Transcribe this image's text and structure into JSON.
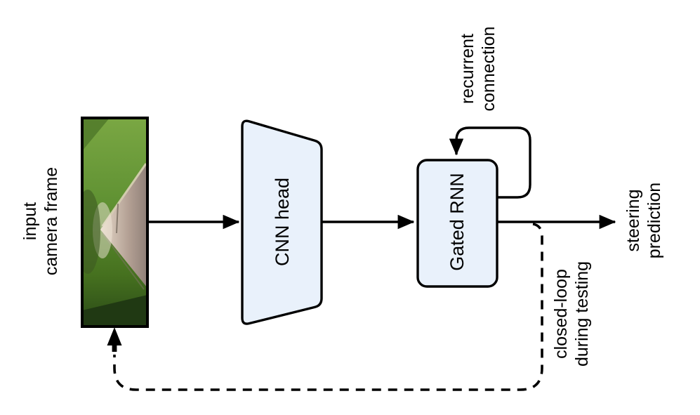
{
  "nodes": {
    "input": {
      "line1": "input",
      "line2": "camera frame"
    },
    "cnn": {
      "label": "CNN head"
    },
    "rnn": {
      "label": "Gated RNN"
    }
  },
  "annotations": {
    "recurrent": {
      "line1": "recurrent",
      "line2": "connection"
    },
    "output": {
      "line1": "steering",
      "line2": "prediction"
    },
    "feedback": {
      "line1": "closed-loop",
      "line2": "during testing"
    }
  },
  "colors": {
    "background": "#ffffff",
    "node_fill": "#e9f1fb",
    "stroke": "#000000",
    "grass_light": "#7aa743",
    "grass_mid": "#5d8f31",
    "grass_dark": "#2a4a17",
    "grass_band_dark": "#203913",
    "road_far": "#e8dbcb",
    "road_mid": "#b3a094",
    "road_near": "#8f7f77",
    "road_edge_line": "#dcd2b8"
  }
}
